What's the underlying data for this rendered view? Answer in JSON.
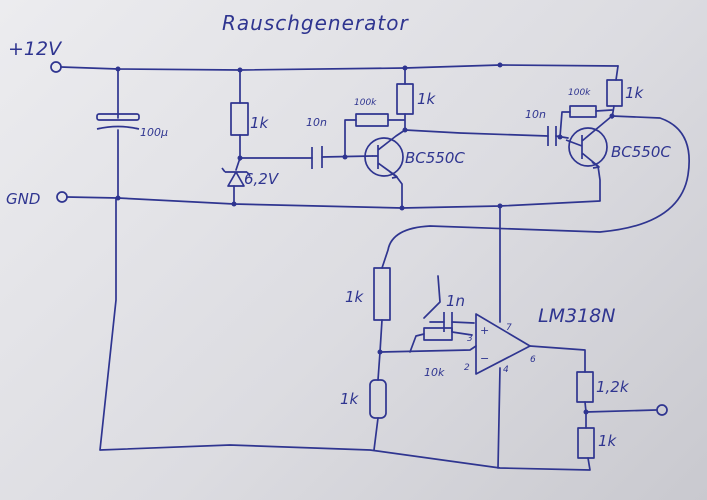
{
  "title": "Rauschgenerator",
  "rails": {
    "supply": "+12V",
    "ground": "GND"
  },
  "input_stage": {
    "capacitor": "100µ",
    "resistor": "1k",
    "zener": "6,2V",
    "coupling_cap": "10n",
    "bias_resistor": "100k",
    "collector_resistor": "1k",
    "transistor": "BC550C"
  },
  "second_stage": {
    "coupling_cap": "10n",
    "bias_resistor": "100k",
    "collector_resistor": "1k",
    "transistor": "BC550C"
  },
  "opamp_stage": {
    "opamp": "LM318N",
    "feedback_cap": "1n",
    "feedback_resistor": "10k",
    "divider_top": "1k",
    "divider_bottom": "1k",
    "output_top": "1,2k",
    "output_bottom": "1k",
    "pins": {
      "noninv": "3",
      "inv": "2",
      "vcc": "7",
      "gnd": "4",
      "out": "6",
      "plus": "+",
      "minus": "−"
    }
  },
  "colors": {
    "ink": "#2f3590",
    "paper": "#e6e6ea"
  }
}
